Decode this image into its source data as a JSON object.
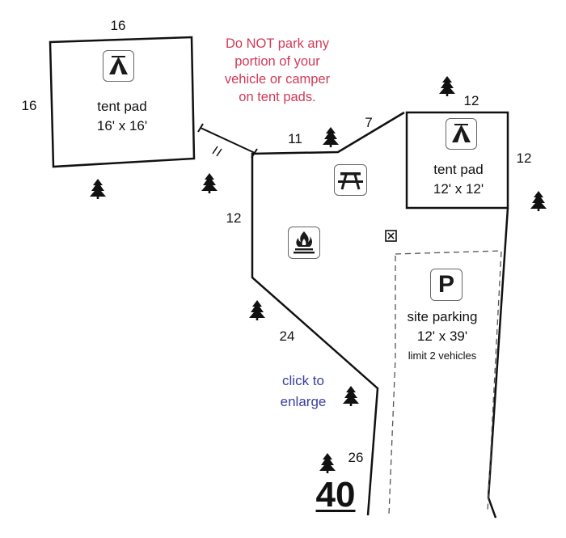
{
  "site_number": "40",
  "warning": {
    "line1": "Do NOT park any",
    "line2": "portion of your",
    "line3": "vehicle or camper",
    "line4": "on tent pads."
  },
  "tent_pad_left": {
    "title": "tent pad",
    "size": "16' x 16'",
    "dim_top": "16",
    "dim_left": "16"
  },
  "tent_pad_right": {
    "title": "tent pad",
    "size": "12' x 12'",
    "dim_top": "12",
    "dim_right": "12"
  },
  "parking": {
    "title": "site parking",
    "size": "12' x 39'",
    "note": "limit 2 vehicles",
    "icon_letter": "P"
  },
  "boundary_dims": {
    "segment_11": "11",
    "segment_7": "7",
    "segment_12": "12",
    "segment_24": "24",
    "segment_26": "26"
  },
  "enlarge_link": {
    "line1": "click to",
    "line2": "enlarge"
  },
  "colors": {
    "warning": "#d03a58",
    "link": "#3a3fa0",
    "lines": "#111111"
  },
  "icons": [
    "tent-icon",
    "picnic-table-icon",
    "fire-ring-icon",
    "parking-icon",
    "tree-icon",
    "utility-box-icon"
  ]
}
